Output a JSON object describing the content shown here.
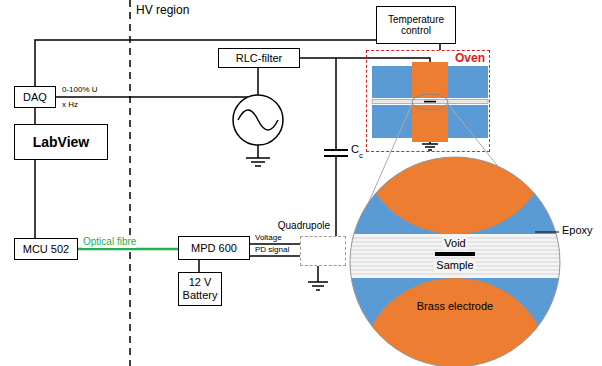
{
  "diagram": {
    "nodes": [
      {
        "text": [
          "Temperature control"
        ]
      },
      {
        "text": [
          "DAQ"
        ]
      },
      {
        "text": [
          "RLC-filter"
        ]
      },
      {
        "text": [
          "Oven"
        ]
      },
      {
        "text": [
          "LabView"
        ]
      },
      {
        "text": [
          "MCU 502"
        ]
      },
      {
        "text": [
          "MPD 600"
        ]
      },
      {
        "text": [
          "12 V Battery"
        ]
      },
      {
        "text": [
          "Quadrupole"
        ]
      }
    ],
    "edges": [
      {
        "from": 1,
        "to": 0,
        "arrow": "none"
      },
      {
        "from": 1,
        "to": 4,
        "arrow": "none"
      },
      {
        "from": 0,
        "to": 3,
        "arrow": "none"
      },
      {
        "from": 2,
        "to": 3,
        "arrow": "none"
      },
      {
        "from": 4,
        "to": 5,
        "arrow": "none"
      },
      {
        "from": 5,
        "to": 6,
        "label": "Optical fibre",
        "arrow": "none"
      },
      {
        "from": 6,
        "to": 7,
        "arrow": "none"
      },
      {
        "from": 6,
        "to": 8,
        "label": "Voltage",
        "arrow": "none"
      },
      {
        "from": 6,
        "to": 8,
        "label": "PD signal",
        "arrow": "none"
      }
    ],
    "labels": [
      "HV region",
      "0-100% U",
      "x Hz",
      "C",
      "c",
      "Void",
      "Sample",
      "Epoxy",
      "Brass electrode"
    ]
  }
}
